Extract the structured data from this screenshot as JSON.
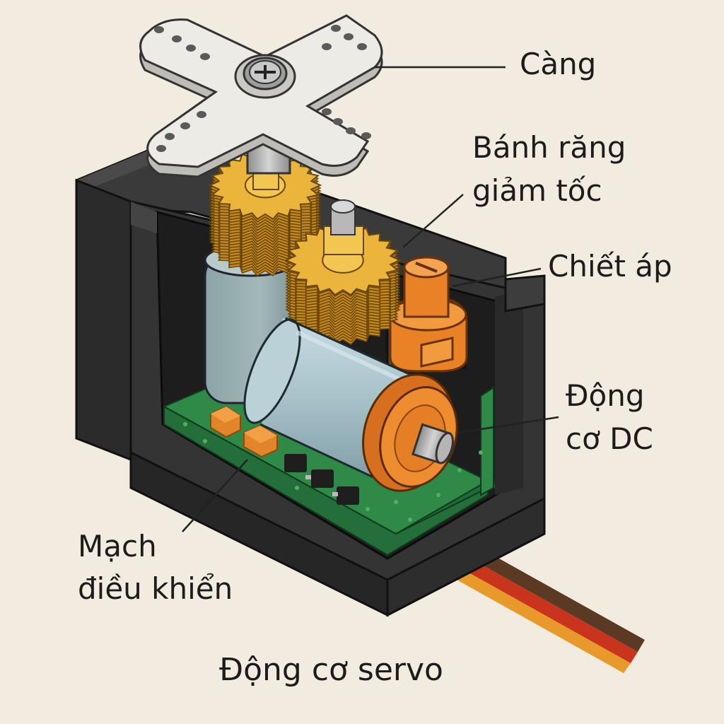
{
  "labels": {
    "horn": "Càng",
    "gears_line1": "Bánh răng",
    "gears_line2": "giảm tốc",
    "potentiometer": "Chiết áp",
    "motor_line1": "Động",
    "motor_line2": "cơ DC",
    "board_line1": "Mạch",
    "board_line2": "điều khiển"
  },
  "caption": "Động cơ servo",
  "colors": {
    "background": "#f2ebe0",
    "housing": "#2f2f2f",
    "horn": "#ecebe6",
    "gears": "#e6b030",
    "potentiometer": "#ee8a2a",
    "motor_body": "#a9c3cb",
    "pcb": "#2f8a48",
    "wires": [
      "#5a3a22",
      "#c8341c",
      "#e79a2a"
    ]
  }
}
